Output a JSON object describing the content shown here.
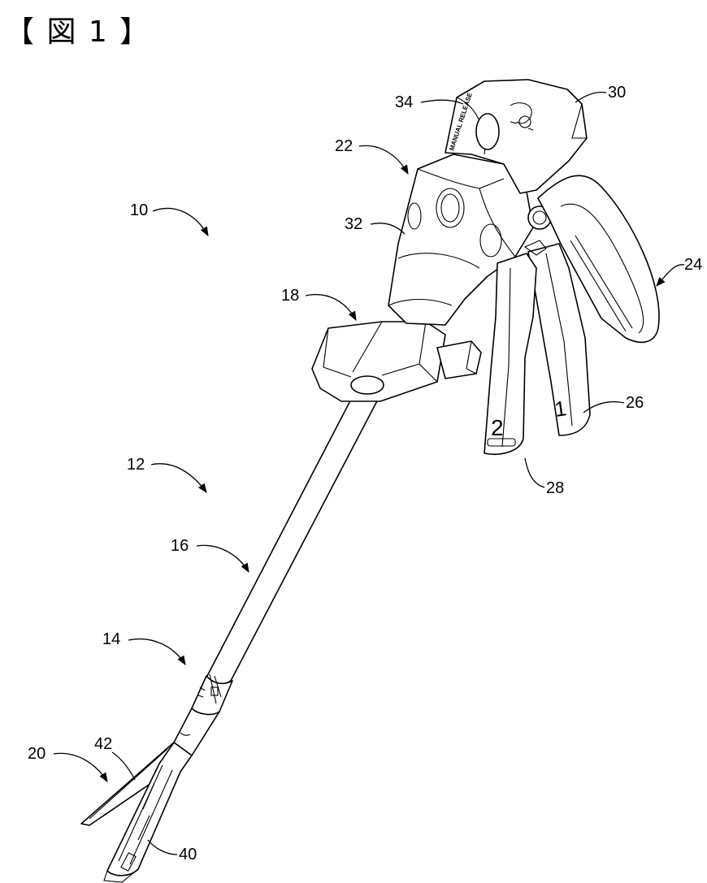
{
  "figure": {
    "title": "【 図 1 】"
  },
  "labels": {
    "l10": "10",
    "l12": "12",
    "l14": "14",
    "l16": "16",
    "l18": "18",
    "l20": "20",
    "l22": "22",
    "l24": "24",
    "l26": "26",
    "l28": "28",
    "l30": "30",
    "l32": "32",
    "l34": "34",
    "l40": "40",
    "l42": "42"
  },
  "device_text": {
    "trigger_one": "1",
    "trigger_two": "2",
    "knob_text": "MANUAL RELEASE"
  }
}
